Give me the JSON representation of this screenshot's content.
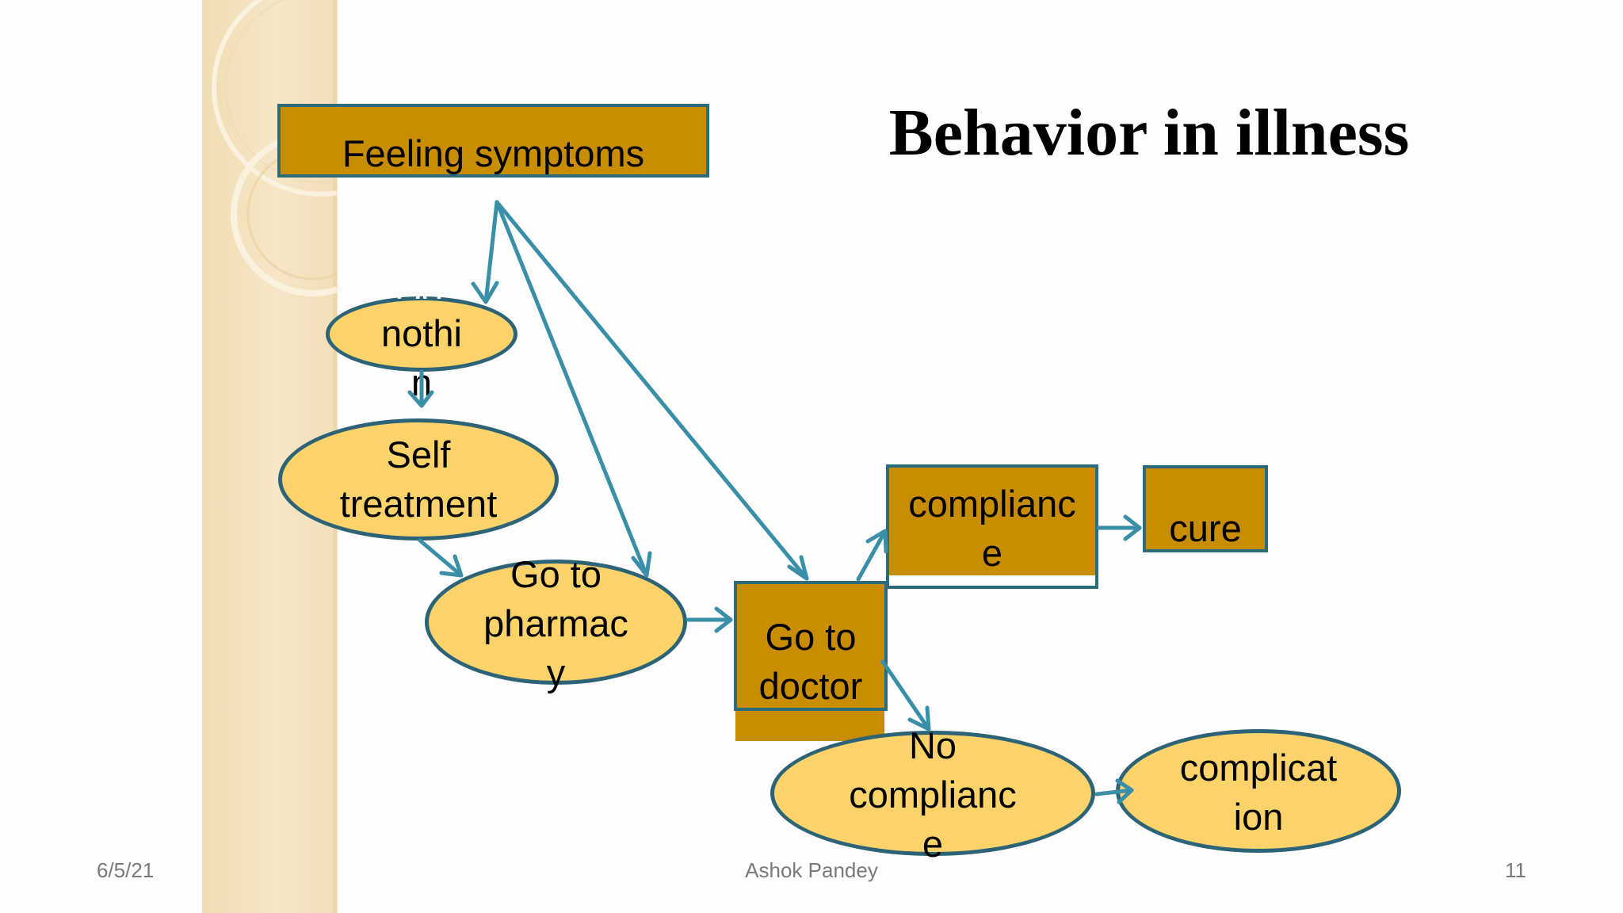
{
  "slide": {
    "title": "Behavior in illness",
    "footer": {
      "date": "6/5/21",
      "author": "Ashok Pandey",
      "page": "11"
    }
  },
  "nodes": {
    "feeling_symptoms": "Feeling symptoms",
    "do_nothing_top": "Do",
    "do_nothing": "nothi\nn",
    "self_treatment": "Self\ntreatment",
    "go_to_pharmacy": "Go to\npharmac\ny",
    "go_to_doctor": "Go to\ndoctor",
    "compliance": "complianc\ne",
    "cure": "cure",
    "no_compliance": "No\ncomplianc\ne",
    "complication": "complicat\nion"
  },
  "colors": {
    "rect_fill": "#c88d00",
    "ellipse_fill": "#fbd36a",
    "stroke": "#2c6377",
    "arrow": "#3a8fa8",
    "side_band": "#f3e1bd"
  }
}
